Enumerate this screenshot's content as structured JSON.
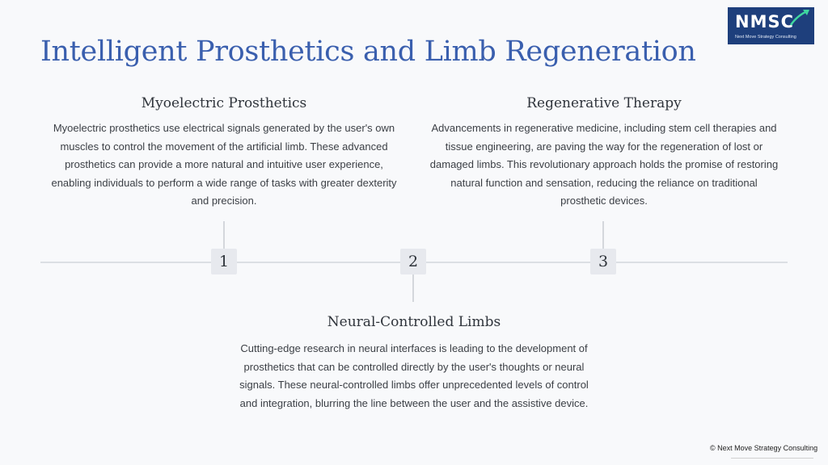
{
  "title": "Intelligent Prosthetics and Limb Regeneration",
  "logo": {
    "mark": "NMSC",
    "subtitle": "Next Move Strategy Consulting"
  },
  "steps": [
    {
      "number": "1",
      "heading": "Myoelectric Prosthetics",
      "text": "Myoelectric prosthetics use electrical signals generated by the user's own muscles to control the movement of the artificial limb. These advanced prosthetics can provide a more natural and intuitive user experience, enabling individuals to perform a wide range of tasks with greater dexterity and precision."
    },
    {
      "number": "2",
      "heading": "Neural-Controlled Limbs",
      "text": "Cutting-edge research in neural interfaces is leading to the development of prosthetics that can be controlled directly by the user's thoughts or neural signals. These neural-controlled limbs offer unprecedented levels of control and integration, blurring the line between the user and the assistive device."
    },
    {
      "number": "3",
      "heading": "Regenerative Therapy",
      "text": "Advancements in regenerative medicine, including stem cell therapies and tissue engineering, are paving the way for the regeneration of lost or damaged limbs. This revolutionary approach holds the promise of restoring natural function and sensation, reducing the reliance on traditional prosthetic devices."
    }
  ],
  "footer": {
    "copyright": "© Next Move Strategy Consulting"
  },
  "colors": {
    "title": "#3a5fae",
    "logo_background": "#1e3f7c",
    "logo_accent": "#3fd6a0",
    "timeline": "#dcdfe4",
    "node_background": "#e7e9ee"
  }
}
